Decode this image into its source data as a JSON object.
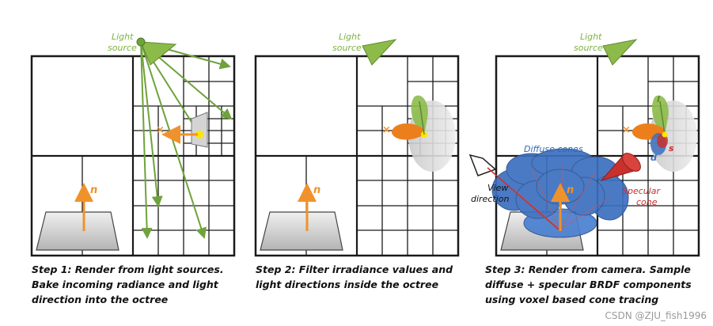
{
  "colors": {
    "light_green": "#8dbb4a",
    "light_ray": "#6fa23c",
    "normal_orange": "#f0922b",
    "diffuse_blue": "#3b6fbf",
    "specular_red": "#c9312c",
    "grid": "#1a1a1a",
    "lobe_gray": "#d7d7d7",
    "lobe_green": "#8dbb4a",
    "lobe_orange": "#ec7f1b"
  },
  "panels": [
    {
      "light_label": [
        "Light",
        "source"
      ],
      "normal_label": "n",
      "x_mark": "×",
      "caption": [
        "Step 1: Render from light sources.",
        "Bake incoming radiance and light",
        "direction into the octree"
      ]
    },
    {
      "light_label": [
        "Light",
        "source"
      ],
      "normal_label": "n",
      "x_mark": "×",
      "caption": [
        "Step 2: Filter irradiance values and",
        "light directions inside the octree"
      ]
    },
    {
      "light_label": [
        "Light",
        "source"
      ],
      "normal_label": "n",
      "x_mark": "×",
      "diffuse_label": "Diffuse cones",
      "view_label": [
        "View",
        "direction"
      ],
      "specular_label": [
        "Specular",
        "cone"
      ],
      "lobe_labels": {
        "l": "l",
        "s": "s",
        "d": "d"
      },
      "caption": [
        "Step 3: Render from camera. Sample",
        "diffuse + specular BRDF components",
        "using voxel based cone tracing"
      ]
    }
  ],
  "watermark": "CSDN @ZJU_fish1996"
}
